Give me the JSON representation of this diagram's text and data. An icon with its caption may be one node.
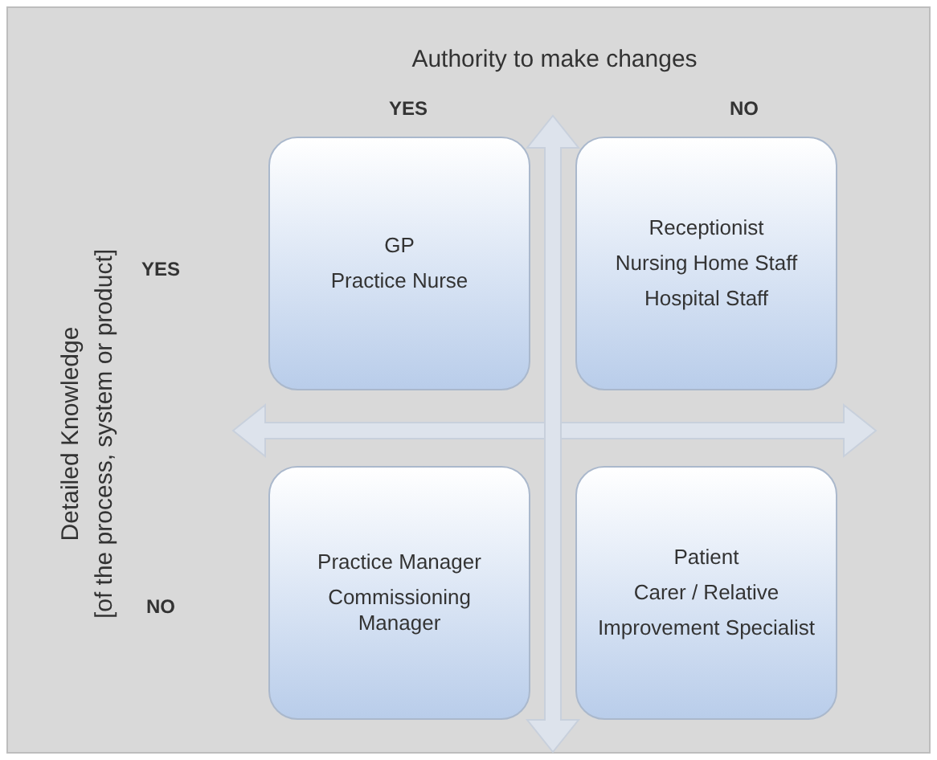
{
  "diagram": {
    "nodes": [
      {
        "text": [
          "GP",
          "Practice Nurse"
        ]
      },
      {
        "text": [
          "Receptionist",
          "Nursing Home Staff",
          "Hospital Staff"
        ]
      },
      {
        "text": [
          "Practice Manager",
          "Commissioning Manager"
        ]
      },
      {
        "text": [
          "Patient",
          "Carer / Relative",
          "Improvement Specialist"
        ]
      }
    ],
    "labels": [
      "Authority to make changes",
      "YES",
      "NO",
      "YES",
      "NO",
      "Detailed Knowledge",
      "[of the process, system or product]"
    ]
  }
}
